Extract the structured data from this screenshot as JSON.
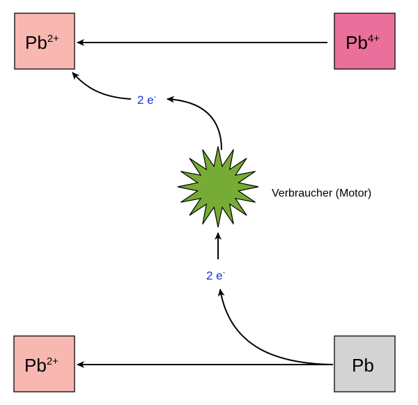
{
  "species": {
    "top_left": {
      "base": "Pb",
      "charge": "2+",
      "color": "#f9b7b1"
    },
    "top_right": {
      "base": "Pb",
      "charge": "4+",
      "color": "#ea6f9a"
    },
    "bottom_left": {
      "base": "Pb",
      "charge": "2+",
      "color": "#f9b7b1"
    },
    "bottom_right": {
      "base": "Pb",
      "charge": "",
      "color": "#d3d3d3"
    }
  },
  "electron_labels": {
    "top": {
      "count": "2 e",
      "charge": "-"
    },
    "bottom": {
      "count": "2 e",
      "charge": "-"
    }
  },
  "consumer": {
    "label": "Verbraucher (Motor)",
    "color": "#76ac35",
    "icon": "starburst-icon"
  },
  "colors": {
    "arrow": "#000000",
    "electron_text": "#1434d6"
  }
}
